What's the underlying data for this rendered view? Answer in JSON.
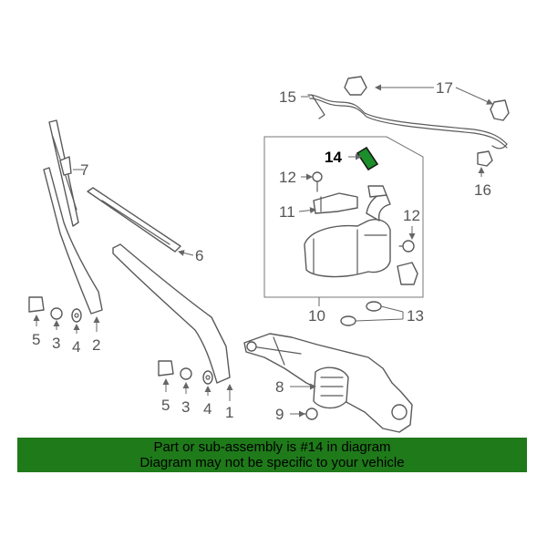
{
  "diagram": {
    "callouts": {
      "c1": "1",
      "c2": "2",
      "c3a": "3",
      "c3b": "3",
      "c4a": "4",
      "c4b": "4",
      "c5a": "5",
      "c5b": "5",
      "c6": "6",
      "c7": "7",
      "c8": "8",
      "c9": "9",
      "c10": "10",
      "c11": "11",
      "c12a": "12",
      "c12b": "12",
      "c13": "13",
      "c14": "14",
      "c15": "15",
      "c16": "16",
      "c17": "17"
    },
    "highlight_color": "#1a8f2a"
  },
  "banner": {
    "line1": "Part or sub-assembly is #14 in diagram",
    "line2": "Diagram may not be specific to your vehicle",
    "background": "#1f7a1a"
  }
}
